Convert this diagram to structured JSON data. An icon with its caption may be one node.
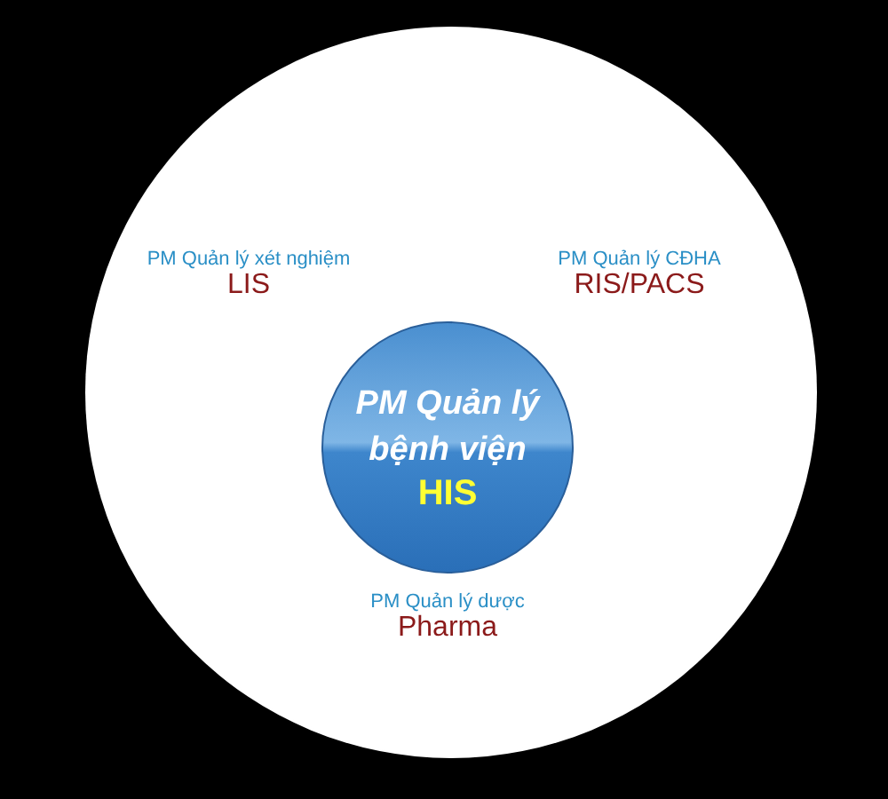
{
  "diagram": {
    "nodes": [
      {
        "text": [],
        "shape": "circle"
      },
      {
        "text": [
          "PM Quản lý bệnh viện",
          "HIS"
        ],
        "in": 0
      }
    ],
    "labels": [
      "PM Quản lý xét nghiệm",
      "LIS",
      "PM Quản lý CĐHA",
      "RIS/PACS",
      "PM Quản lý dược",
      "Pharma"
    ]
  }
}
